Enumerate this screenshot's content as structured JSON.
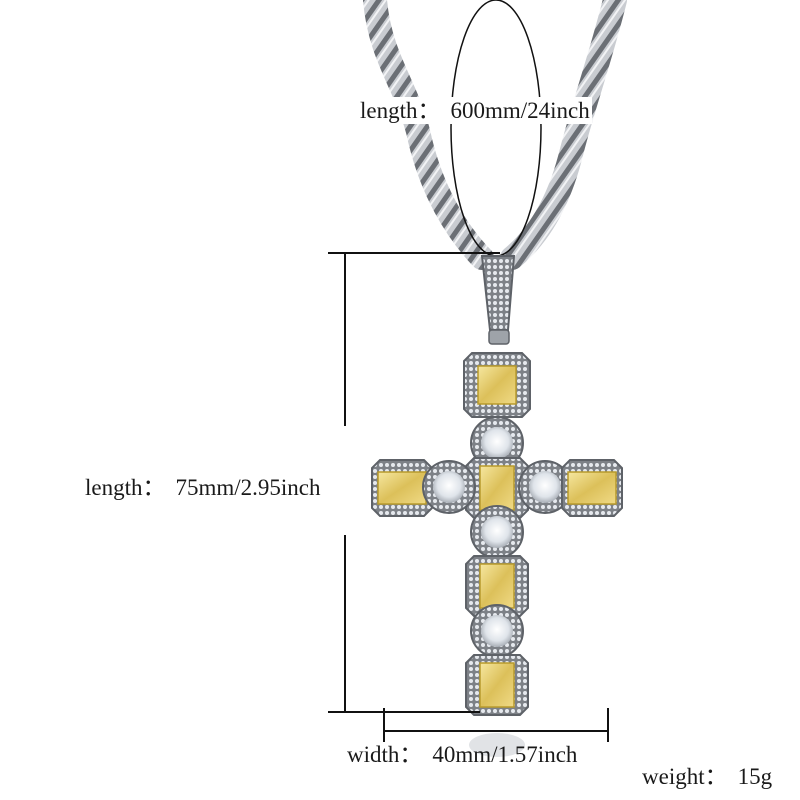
{
  "product": {
    "type": "cross pendant necklace",
    "colors": {
      "metal": "#b8bcc2",
      "metal_dark": "#5e6268",
      "gem_yellow": "#e8cf6a",
      "gem_yellow_dark": "#b89a2c",
      "gem_clear": "#eef2f6",
      "dimension_line": "#111111",
      "background": "#ffffff"
    }
  },
  "dimensions": {
    "chain_length": {
      "label": "length：",
      "value": "600mm/24inch"
    },
    "pendant_length": {
      "label": "length：",
      "value": "75mm/2.95inch"
    },
    "pendant_width": {
      "label": "width：",
      "value": "40mm/1.57inch"
    },
    "weight": {
      "label": "weight：",
      "value": "15g"
    }
  }
}
